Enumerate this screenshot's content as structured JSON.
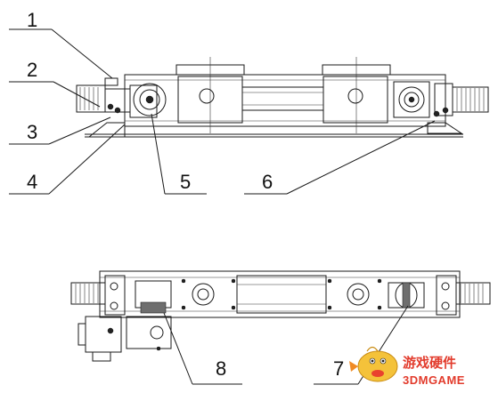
{
  "callouts": [
    {
      "id": "c1",
      "text": "1"
    },
    {
      "id": "c2",
      "text": "2"
    },
    {
      "id": "c3",
      "text": "3"
    },
    {
      "id": "c4",
      "text": "4"
    },
    {
      "id": "c5",
      "text": "5"
    },
    {
      "id": "c6",
      "text": "6"
    },
    {
      "id": "c7",
      "text": "7"
    },
    {
      "id": "c8",
      "text": "8"
    }
  ],
  "watermark": {
    "cn": "游戏硬件",
    "en": "3DMGAME"
  },
  "colors": {
    "line": "#1a1a1a",
    "watermark": "#e23b2c",
    "mascot": "#f4c23a"
  }
}
